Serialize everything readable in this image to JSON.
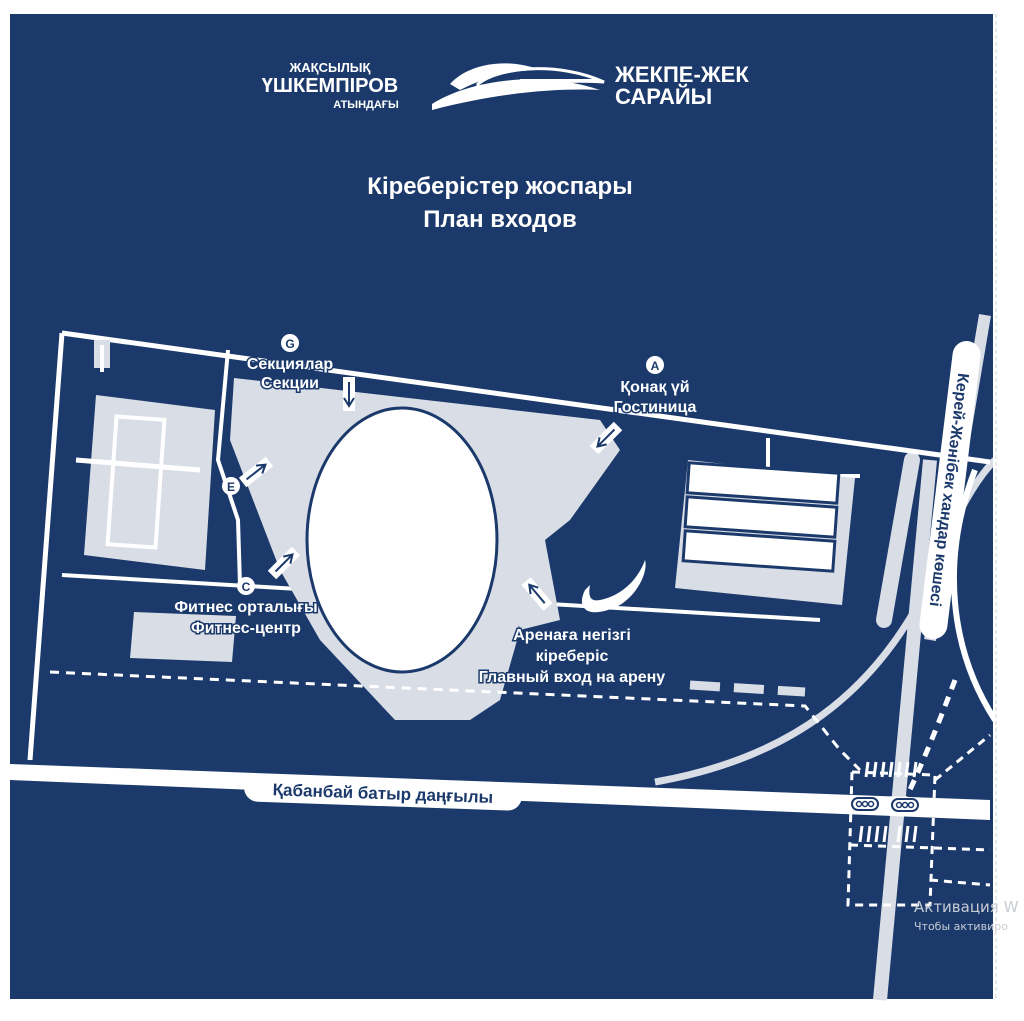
{
  "header": {
    "logo_left": {
      "line1": "ЖАҚСЫЛЫҚ",
      "line2": "ҮШКЕМПІРОВ",
      "line3": "АТЫНДАҒЫ"
    },
    "logo_right": {
      "line1": "ЖЕКПЕ-ЖЕК",
      "line2": "САРАЙЫ"
    },
    "title_kz": "Кіреберістер жоспары",
    "title_ru": "План входов"
  },
  "entrances": {
    "g": {
      "letter": "G",
      "line1": "Секциялар",
      "line2": "Секции"
    },
    "a": {
      "letter": "A",
      "line1": "Қонақ үй",
      "line2": "Гостиница"
    },
    "e": {
      "letter": "E"
    },
    "c": {
      "letter": "C",
      "line1": "Фитнес орталығы",
      "line2": "Фитнес-центр"
    },
    "main": {
      "line1": "Аренаға негізгі",
      "line2": "кіреберіс",
      "line3": "Главный вход на арену"
    }
  },
  "streets": {
    "kabanbay": "Қабанбай батыр даңғылы",
    "kerey": "Керей-Жәнібек хандар көшесі"
  },
  "watermark": {
    "line1": "Активация W",
    "line2": "Чтобы активиро"
  },
  "colors": {
    "background": "#1b3a6b",
    "area": "#d9dde6",
    "road": "#ffffff",
    "frame": "#ffffff"
  }
}
